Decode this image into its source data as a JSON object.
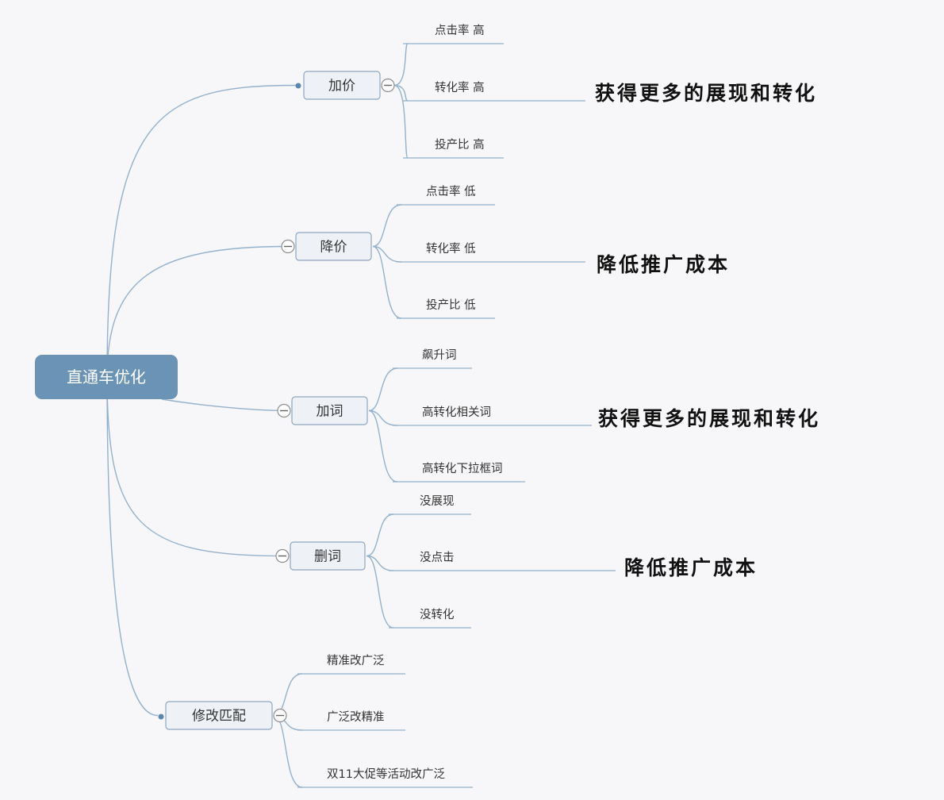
{
  "root": {
    "label": "直通车优化"
  },
  "branches": [
    {
      "label": "加价",
      "leaves": [
        "点击率 高",
        "转化率 高",
        "投产比 高"
      ],
      "note": "获得更多的展现和转化"
    },
    {
      "label": "降价",
      "leaves": [
        "点击率 低",
        "转化率 低",
        "投产比 低"
      ],
      "note": "降低推广成本"
    },
    {
      "label": "加词",
      "leaves": [
        "飙升词",
        "高转化相关词",
        "高转化下拉框词"
      ],
      "note": "获得更多的展现和转化"
    },
    {
      "label": "删词",
      "leaves": [
        "没展现",
        "没点击",
        "没转化"
      ],
      "note": "降低推广成本"
    },
    {
      "label": "修改匹配",
      "leaves": [
        "精准改广泛",
        "广泛改精准",
        "双11大促等活动改广泛"
      ]
    }
  ],
  "colors": {
    "root_fill": "#6b93b5",
    "node_fill": "#eef2f7",
    "link": "#93b1cc",
    "note_text": "#111111"
  }
}
